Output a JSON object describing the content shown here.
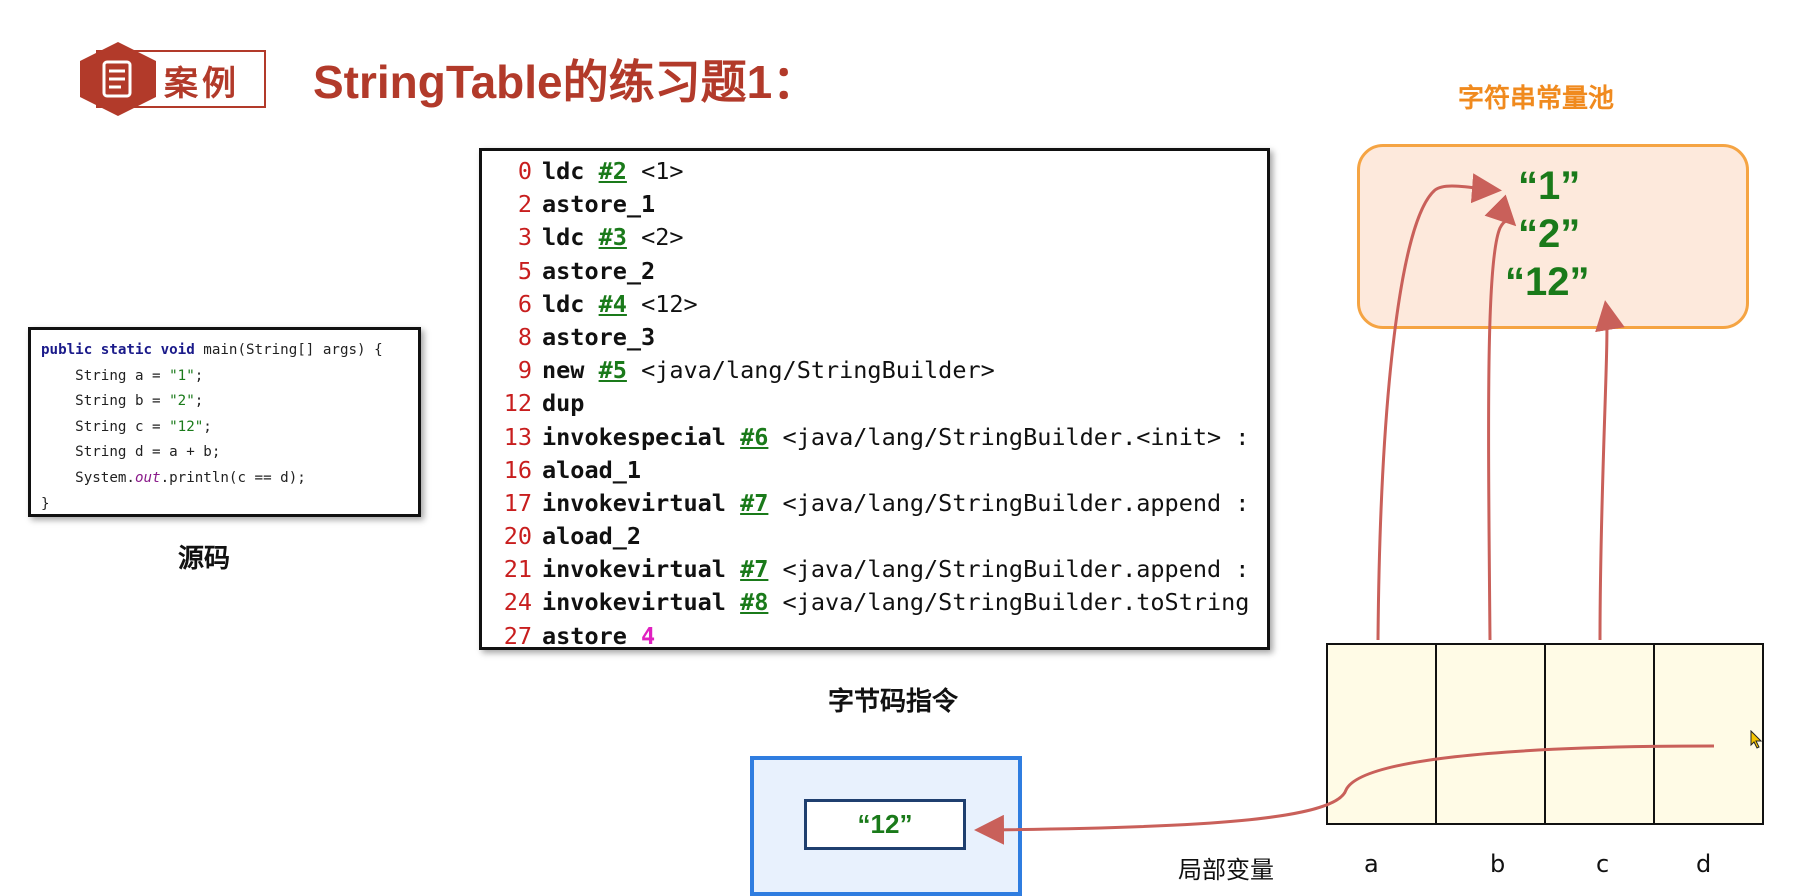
{
  "header": {
    "case_label": "案例",
    "title": "StringTable的练习题1："
  },
  "source": {
    "caption": "源码",
    "lines": [
      {
        "parts": [
          [
            "kw",
            "public static void"
          ],
          [
            "t",
            " main(String[] args) {"
          ]
        ]
      },
      {
        "parts": [
          [
            "t",
            "    String a = "
          ],
          [
            "str",
            "\"1\""
          ],
          [
            "t",
            ";"
          ]
        ]
      },
      {
        "parts": [
          [
            "t",
            "    String b = "
          ],
          [
            "str",
            "\"2\""
          ],
          [
            "t",
            ";"
          ]
        ]
      },
      {
        "parts": [
          [
            "t",
            "    String c = "
          ],
          [
            "str",
            "\"12\""
          ],
          [
            "t",
            ";"
          ]
        ]
      },
      {
        "parts": [
          [
            "t",
            "    String d = a + b;"
          ]
        ]
      },
      {
        "parts": [
          [
            "t",
            "    System."
          ],
          [
            "it",
            "out"
          ],
          [
            "t",
            ".println(c == d);"
          ]
        ]
      },
      {
        "parts": [
          [
            "t",
            "}"
          ]
        ]
      }
    ]
  },
  "bytecode": {
    "caption": "字节码指令",
    "lines": [
      {
        "idx": "0",
        "op": "ldc",
        "ref": "#2",
        "arg": "<1>"
      },
      {
        "idx": "2",
        "op": "astore_1",
        "ref": "",
        "arg": ""
      },
      {
        "idx": "3",
        "op": "ldc",
        "ref": "#3",
        "arg": "<2>"
      },
      {
        "idx": "5",
        "op": "astore_2",
        "ref": "",
        "arg": ""
      },
      {
        "idx": "6",
        "op": "ldc",
        "ref": "#4",
        "arg": "<12>"
      },
      {
        "idx": "8",
        "op": "astore_3",
        "ref": "",
        "arg": ""
      },
      {
        "idx": "9",
        "op": "new",
        "ref": "#5",
        "arg": "<java/lang/StringBuilder>"
      },
      {
        "idx": "12",
        "op": "dup",
        "ref": "",
        "arg": ""
      },
      {
        "idx": "13",
        "op": "invokespecial",
        "ref": "#6",
        "arg": "<java/lang/StringBuilder.<init> :"
      },
      {
        "idx": "16",
        "op": "aload_1",
        "ref": "",
        "arg": ""
      },
      {
        "idx": "17",
        "op": "invokevirtual",
        "ref": "#7",
        "arg": "<java/lang/StringBuilder.append :"
      },
      {
        "idx": "20",
        "op": "aload_2",
        "ref": "",
        "arg": ""
      },
      {
        "idx": "21",
        "op": "invokevirtual",
        "ref": "#7",
        "arg": "<java/lang/StringBuilder.append :"
      },
      {
        "idx": "24",
        "op": "invokevirtual",
        "ref": "#8",
        "arg": "<java/lang/StringBuilder.toString"
      },
      {
        "idx": "27",
        "op": "astore",
        "ref": "",
        "arg": "",
        "num": "4"
      }
    ]
  },
  "string_pool": {
    "title": "字符串常量池",
    "items": [
      "“1”",
      "“2”",
      "“12”"
    ]
  },
  "local_vars": {
    "label": "局部变量",
    "columns": [
      "a",
      "b",
      "c",
      "d"
    ]
  },
  "heap": {
    "value": "“12”"
  },
  "colors": {
    "accent_red": "#b23a2a",
    "arrow": "#c9605a",
    "pool_border": "#f5a443",
    "heap_border": "#2f7de0",
    "string_green": "#1a7a1a"
  }
}
